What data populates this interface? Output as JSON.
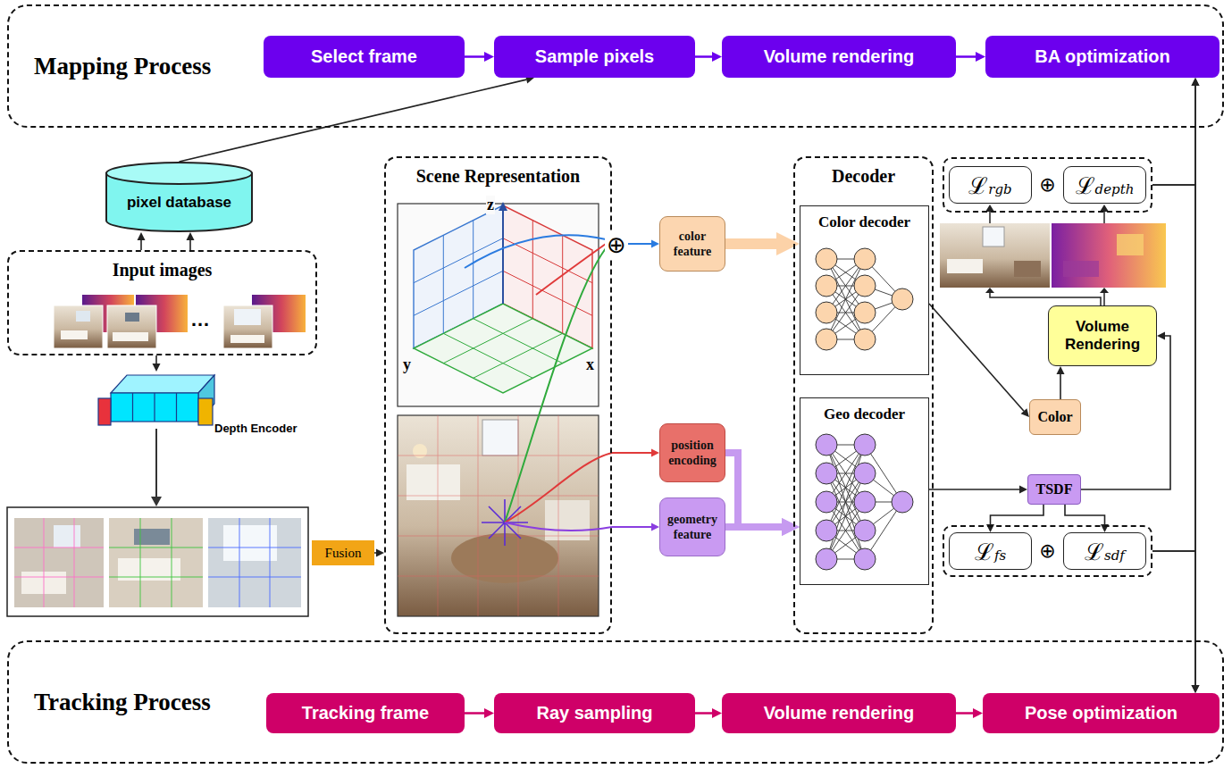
{
  "diagram": {
    "nodes": [
      {
        "text": [
          "Mapping Process"
        ]
      },
      {
        "text": [
          "Select frame"
        ],
        "in": 0
      },
      {
        "text": [
          "Sample pixels"
        ],
        "in": 0
      },
      {
        "text": [
          "Volume rendering"
        ],
        "in": 0
      },
      {
        "text": [
          "BA optimization"
        ],
        "in": 0
      },
      {
        "text": [
          "pixel database"
        ]
      },
      {
        "text": [
          "Input images"
        ]
      },
      {
        "text": [
          "Depth Encoder"
        ]
      },
      {
        "text": [
          "Fusion"
        ]
      },
      {
        "text": [
          "Scene Representation"
        ]
      },
      {
        "text": [
          "color feature"
        ]
      },
      {
        "text": [
          "position encoding"
        ]
      },
      {
        "text": [
          "geometry feature"
        ]
      },
      {
        "text": [
          "Decoder"
        ]
      },
      {
        "text": [
          "Color decoder"
        ],
        "in": 13
      },
      {
        "text": [
          "Geo decoder"
        ],
        "in": 13
      },
      {
        "text": [
          "⊕"
        ]
      },
      {
        "text": [
          "ℒrgb"
        ],
        "in": 16
      },
      {
        "text": [
          "ℒdepth"
        ],
        "in": 16
      },
      {
        "text": [
          "Volume Rendering"
        ]
      },
      {
        "text": [
          "Color"
        ]
      },
      {
        "text": [
          "TSDF"
        ]
      },
      {
        "text": [
          "⊕"
        ]
      },
      {
        "text": [
          "ℒfs"
        ],
        "in": 22
      },
      {
        "text": [
          "ℒsdf"
        ],
        "in": 22
      },
      {
        "text": [
          "Tracking Process"
        ]
      },
      {
        "text": [
          "Tracking frame"
        ],
        "in": 25
      },
      {
        "text": [
          "Ray sampling"
        ],
        "in": 25
      },
      {
        "text": [
          "Volume rendering"
        ],
        "in": 25
      },
      {
        "text": [
          "Pose optimization"
        ],
        "in": 25
      }
    ],
    "edges": [
      {
        "from": 1,
        "to": 2,
        "arrow": "to"
      },
      {
        "from": 2,
        "to": 3,
        "arrow": "to"
      },
      {
        "from": 3,
        "to": 4,
        "arrow": "to"
      },
      {
        "from": 26,
        "to": 27,
        "arrow": "to"
      },
      {
        "from": 27,
        "to": 28,
        "arrow": "to"
      },
      {
        "from": 28,
        "to": 29,
        "arrow": "to"
      },
      {
        "from": 6,
        "to": 5,
        "arrow": "to"
      },
      {
        "from": 6,
        "to": 5,
        "arrow": "to"
      },
      {
        "from": 5,
        "to": 2,
        "arrow": "to"
      },
      {
        "from": 6,
        "to": 7,
        "arrow": "to"
      },
      {
        "from": 8,
        "to": 9,
        "arrow": "to"
      },
      {
        "from": 9,
        "to": 10,
        "arrow": "to"
      },
      {
        "from": 9,
        "to": 11,
        "arrow": "to"
      },
      {
        "from": 9,
        "to": 12,
        "arrow": "to"
      },
      {
        "from": 10,
        "to": 14,
        "arrow": "to"
      },
      {
        "from": 11,
        "to": 15,
        "arrow": "to"
      },
      {
        "from": 12,
        "to": 15,
        "arrow": "to"
      },
      {
        "from": 14,
        "to": 20,
        "arrow": "to"
      },
      {
        "from": 15,
        "to": 21,
        "arrow": "to"
      },
      {
        "from": 20,
        "to": 19,
        "arrow": "to"
      },
      {
        "from": 21,
        "to": 19,
        "arrow": "to"
      },
      {
        "from": 21,
        "to": 23,
        "arrow": "to"
      },
      {
        "from": 21,
        "to": 24,
        "arrow": "to"
      },
      {
        "from": 16,
        "to": 4,
        "arrow": "to"
      },
      {
        "from": 22,
        "to": 4,
        "arrow": "to"
      },
      {
        "from": 16,
        "to": 29,
        "arrow": "to"
      },
      {
        "from": 22,
        "to": 29,
        "arrow": "to"
      }
    ],
    "labels": [
      "z",
      "y",
      "x",
      "…",
      "⊕"
    ]
  }
}
